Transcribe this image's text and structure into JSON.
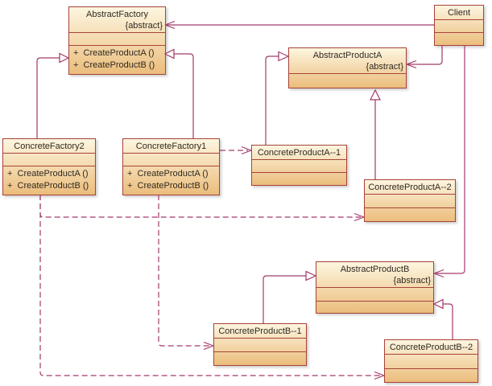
{
  "diagram": {
    "title": "Abstract Factory pattern class diagram",
    "colors": {
      "box_border": "#a8433a",
      "box_fill_top": "#fdf6e0",
      "box_fill_bottom": "#ebbd7c",
      "connector": "#a23a6b",
      "text": "#2f2a22"
    },
    "classes": [
      {
        "name": "AbstractFactory",
        "stereotype": "{abstract}",
        "attributes": [],
        "operations": [
          "+  CreateProductA ()",
          "+  CreateProductB ()"
        ]
      },
      {
        "name": "Client",
        "stereotype": "",
        "attributes": [],
        "operations": []
      },
      {
        "name": "AbstractProductA",
        "stereotype": "{abstract}",
        "attributes": [],
        "operations": []
      },
      {
        "name": "ConcreteFactory2",
        "stereotype": "",
        "attributes": [],
        "operations": [
          "+  CreateProductA ()",
          "+  CreateProductB ()"
        ]
      },
      {
        "name": "ConcreteFactory1",
        "stereotype": "",
        "attributes": [],
        "operations": [
          "+  CreateProductA ()",
          "+  CreateProductB ()"
        ]
      },
      {
        "name": "ConcreteProductA--1",
        "stereotype": "",
        "attributes": [],
        "operations": []
      },
      {
        "name": "ConcreteProductA--2",
        "stereotype": "",
        "attributes": [],
        "operations": []
      },
      {
        "name": "AbstractProductB",
        "stereotype": "{abstract}",
        "attributes": [],
        "operations": []
      },
      {
        "name": "ConcreteProductB--1",
        "stereotype": "",
        "attributes": [],
        "operations": []
      },
      {
        "name": "ConcreteProductB--2",
        "stereotype": "",
        "attributes": [],
        "operations": []
      }
    ],
    "relationships": [
      {
        "from": "ConcreteFactory2",
        "to": "AbstractFactory",
        "type": "generalization"
      },
      {
        "from": "ConcreteFactory1",
        "to": "AbstractFactory",
        "type": "generalization"
      },
      {
        "from": "ConcreteProductA--1",
        "to": "AbstractProductA",
        "type": "generalization"
      },
      {
        "from": "ConcreteProductA--2",
        "to": "AbstractProductA",
        "type": "generalization"
      },
      {
        "from": "ConcreteProductB--1",
        "to": "AbstractProductB",
        "type": "generalization"
      },
      {
        "from": "ConcreteProductB--2",
        "to": "AbstractProductB",
        "type": "generalization"
      },
      {
        "from": "Client",
        "to": "AbstractFactory",
        "type": "association"
      },
      {
        "from": "Client",
        "to": "AbstractProductA",
        "type": "association"
      },
      {
        "from": "Client",
        "to": "AbstractProductB",
        "type": "association"
      },
      {
        "from": "ConcreteFactory1",
        "to": "ConcreteProductA--1",
        "type": "dependency"
      },
      {
        "from": "ConcreteFactory2",
        "to": "ConcreteProductA--2",
        "type": "dependency"
      },
      {
        "from": "ConcreteFactory1",
        "to": "ConcreteProductB--1",
        "type": "dependency"
      },
      {
        "from": "ConcreteFactory2",
        "to": "ConcreteProductB--2",
        "type": "dependency"
      }
    ]
  }
}
